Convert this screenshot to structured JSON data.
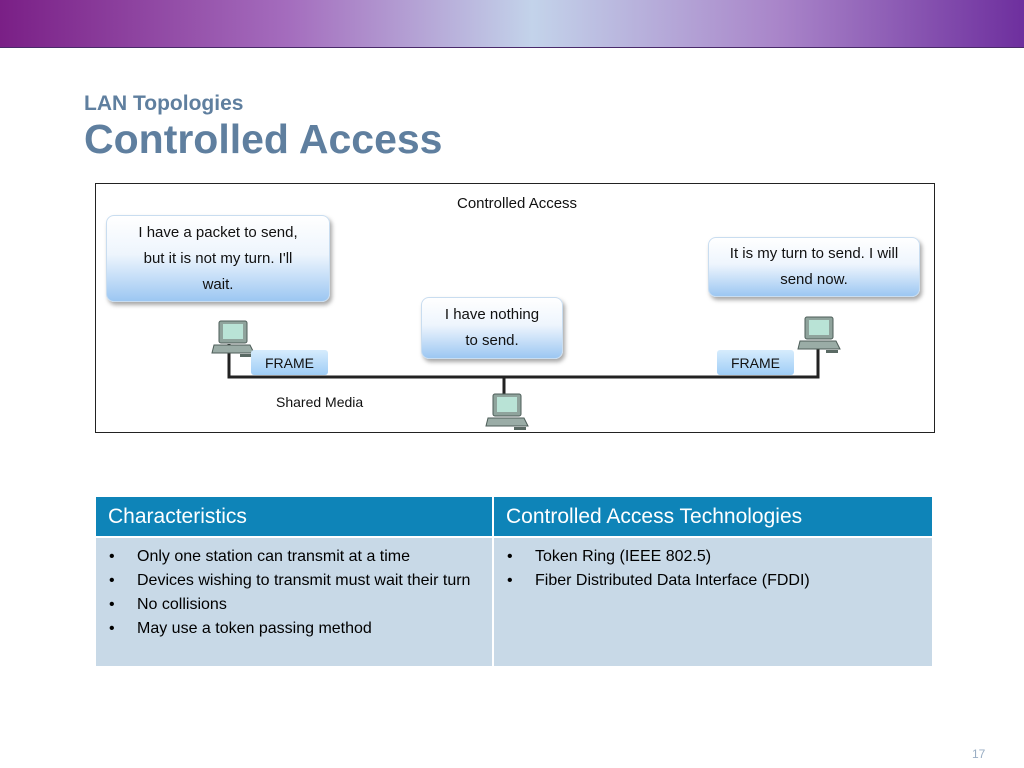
{
  "slide": {
    "subtitle": "LAN Topologies",
    "title": "Controlled Access",
    "page_number": "17"
  },
  "diagram": {
    "caption": "Controlled Access",
    "media_label": "Shared Media",
    "bubbles": {
      "left": [
        "I have a packet to send,",
        "but it is not my turn. I'll",
        "wait."
      ],
      "middle": [
        "I have nothing",
        "to send."
      ],
      "right": [
        "It is my turn to send. I will",
        "send now."
      ]
    },
    "frame_left": "FRAME",
    "frame_right": "FRAME",
    "icons": [
      "computer-icon",
      "computer-icon",
      "computer-icon"
    ]
  },
  "table": {
    "headers": [
      "Characteristics",
      "Controlled Access Technologies"
    ],
    "characteristics": [
      "Only one station can transmit at a time",
      "Devices wishing to transmit must wait their turn",
      "No collisions",
      "May use a token passing method"
    ],
    "technologies": [
      "Token Ring (IEEE 802.5)",
      "Fiber Distributed Data Interface (FDDI)"
    ]
  },
  "colors": {
    "title": "#5f7f9f",
    "table_header": "#0e84b8",
    "table_body": "#c8d9e7"
  }
}
